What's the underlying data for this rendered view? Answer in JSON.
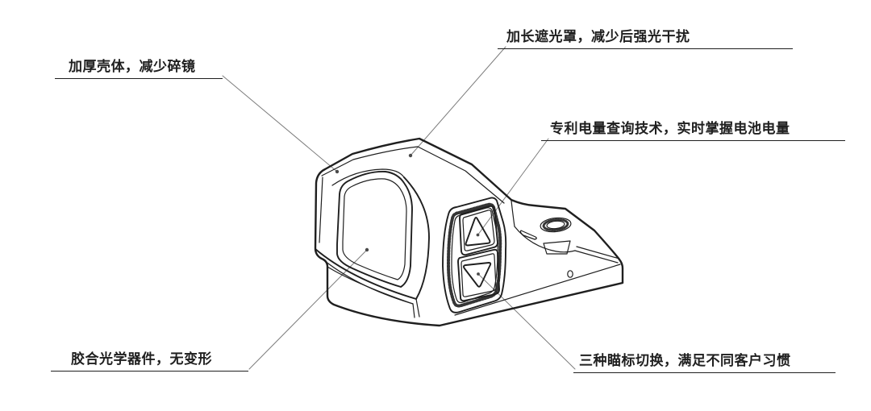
{
  "page": {
    "background": "#ffffff"
  },
  "diagram": {
    "type": "product-feature-callout-drawing",
    "subject": "reflex red dot sight, isometric CAD line drawing",
    "line_color": "#1f1f1f",
    "leader_color": "#7d7d7d",
    "annotations": [
      {
        "id": "hood",
        "text": "加长遮光罩，减少后强光干扰"
      },
      {
        "id": "housing",
        "text": "加厚壳体，减少碎镜"
      },
      {
        "id": "battery",
        "text": "专利电量查询技术，实时掌握电池电量"
      },
      {
        "id": "optics",
        "text": "胶合光学器件，无变形"
      },
      {
        "id": "reticle",
        "text": "三种瞄标切换，满足不同客户习惯"
      }
    ]
  }
}
